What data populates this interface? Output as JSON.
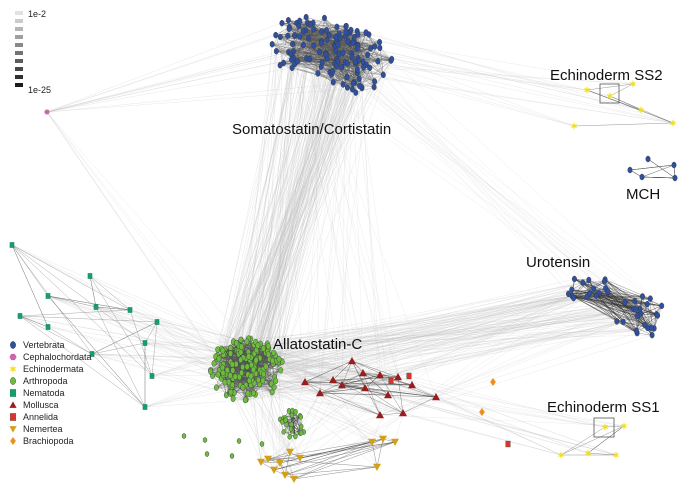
{
  "scale": {
    "top_label": "1e-2",
    "bottom_label": "1e-25"
  },
  "cluster_labels": {
    "somatostatin": "Somatostatin/Cortistatin",
    "echinoderm_ss2": "Echinoderm SS2",
    "mch": "MCH",
    "urotensin": "Urotensin",
    "allatostatin": "Allatostatin-C",
    "echinoderm_ss1": "Echinoderm SS1"
  },
  "legend": [
    {
      "label": "Vertebrata",
      "shape": "circle",
      "color": "#2f4f9f"
    },
    {
      "label": "Cephalochordata",
      "shape": "hexagon",
      "color": "#cc66aa"
    },
    {
      "label": "Echinodermata",
      "shape": "star",
      "color": "#f2df1d"
    },
    {
      "label": "Arthropoda",
      "shape": "circle",
      "color": "#6dbb3f"
    },
    {
      "label": "Nematoda",
      "shape": "square",
      "color": "#14a06a"
    },
    {
      "label": "Mollusca",
      "shape": "triangle-up",
      "color": "#9b1c1c"
    },
    {
      "label": "Annelida",
      "shape": "square",
      "color": "#e03030"
    },
    {
      "label": "Nemertea",
      "shape": "triangle-down",
      "color": "#d4a017"
    },
    {
      "label": "Brachiopoda",
      "shape": "diamond",
      "color": "#f0901c"
    }
  ]
}
